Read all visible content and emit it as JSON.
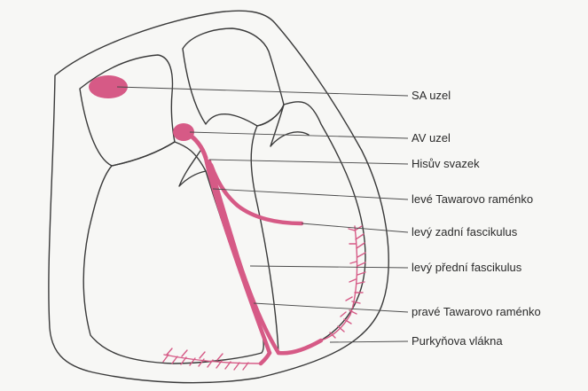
{
  "diagram": {
    "colors": {
      "conduction": "#d65a86",
      "outline": "#3a3a3a",
      "background": "#f7f7f5"
    },
    "labels": [
      {
        "id": "sa-node",
        "text": "SA uzel"
      },
      {
        "id": "av-node",
        "text": "AV uzel"
      },
      {
        "id": "his-bundle",
        "text": "Hisův svazek"
      },
      {
        "id": "left-bundle-branch",
        "text": "levé Tawarovo raménko"
      },
      {
        "id": "left-posterior-fascicle",
        "text": "levý zadní fascikulus"
      },
      {
        "id": "left-anterior-fascicle",
        "text": "levý přední fascikulus"
      },
      {
        "id": "right-bundle-branch",
        "text": "pravé Tawarovo raménko"
      },
      {
        "id": "purkinje-fibers",
        "text": "Purkyňova vlákna"
      }
    ]
  }
}
